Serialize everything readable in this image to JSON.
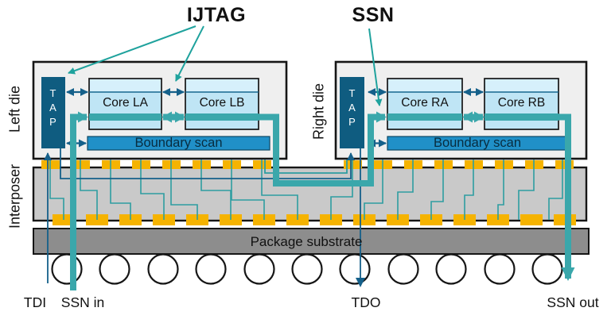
{
  "diagram": {
    "ijtag_label": "IJTAG",
    "ssn_label": "SSN"
  },
  "dies": {
    "left": {
      "label": "Left die",
      "tap": "TAP",
      "cores": [
        "Core LA",
        "Core LB"
      ],
      "boundary_scan": "Boundary scan"
    },
    "right": {
      "label": "Right die",
      "tap": "TAP",
      "cores": [
        "Core RA",
        "Core RB"
      ],
      "boundary_scan": "Boundary scan"
    }
  },
  "package": {
    "interposer_label": "Interposer",
    "substrate_label": "Package substrate"
  },
  "io": {
    "tdi": "TDI",
    "ssn_in": "SSN in",
    "tdo": "TDO",
    "ssn_out": "SSN out"
  },
  "colors": {
    "dark_blue": "#15608A",
    "tap_fill": "#0F5C80",
    "core_fill": "#BFE5F5",
    "core_fill_light": "#D6F0FB",
    "boundary_fill": "#2090C8",
    "teal_path": "#3AA7AB",
    "teal_trace": "#2D9DA1",
    "label_arrow_teal": "#1FA29D",
    "bump_yellow": "#F5B301",
    "die_fill": "#EFEFEF",
    "interposer_fill": "#C9C9C9",
    "substrate_fill": "#8D8D8D"
  }
}
